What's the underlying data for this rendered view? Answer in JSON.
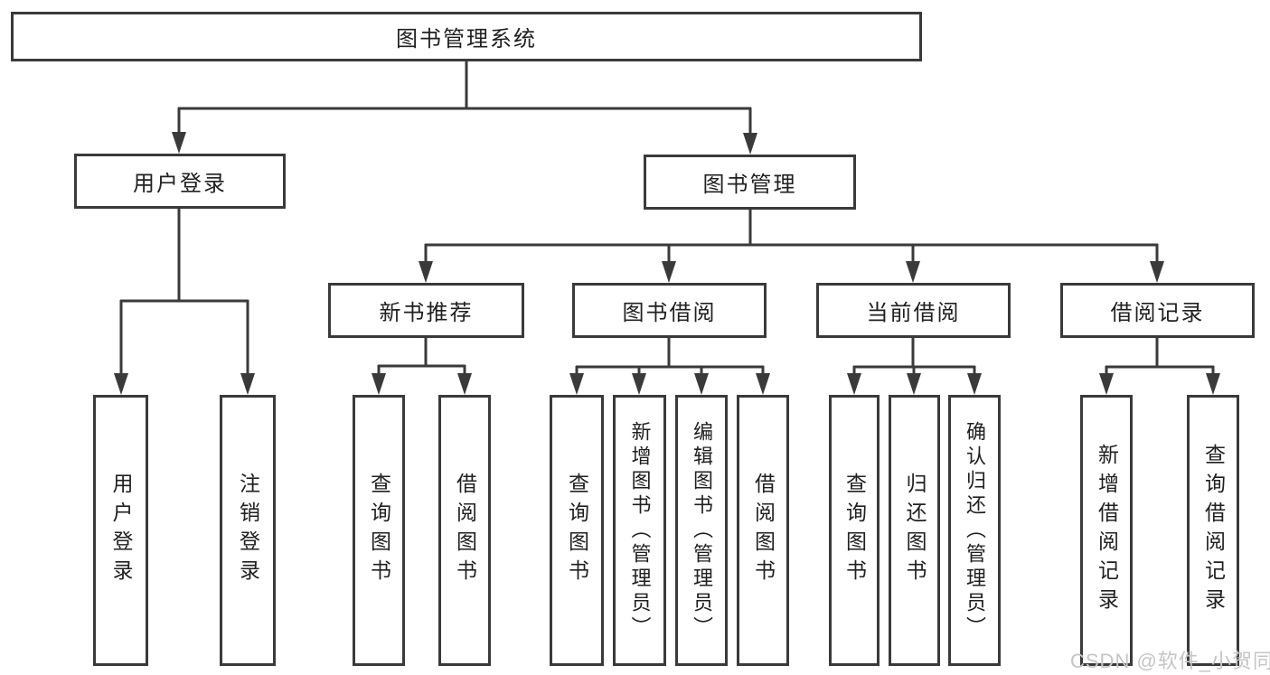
{
  "tree": {
    "root": {
      "label": "图书管理系统",
      "children": [
        {
          "label": "用户登录",
          "children": [
            {
              "label": "用户登录"
            },
            {
              "label": "注销登录"
            }
          ]
        },
        {
          "label": "图书管理",
          "children": [
            {
              "label": "新书推荐",
              "children": [
                {
                  "label": "查询图书"
                },
                {
                  "label": "借阅图书"
                }
              ]
            },
            {
              "label": "图书借阅",
              "children": [
                {
                  "label": "查询图书"
                },
                {
                  "label": "新增图书（管理员）"
                },
                {
                  "label": "编辑图书（管理员）"
                },
                {
                  "label": "借阅图书"
                }
              ]
            },
            {
              "label": "当前借阅",
              "children": [
                {
                  "label": "查询图书"
                },
                {
                  "label": "归还图书"
                },
                {
                  "label": "确认归还（管理员）"
                }
              ]
            },
            {
              "label": "借阅记录",
              "children": [
                {
                  "label": "新增借阅记录"
                },
                {
                  "label": "查询借阅记录"
                }
              ]
            }
          ]
        }
      ]
    }
  },
  "watermark": {
    "text": "CSDN @软件_小贺同学"
  },
  "colors": {
    "line": "#3a3a3a",
    "text": "#202020",
    "background": "#ffffff",
    "watermark": "#c5c5c5"
  }
}
